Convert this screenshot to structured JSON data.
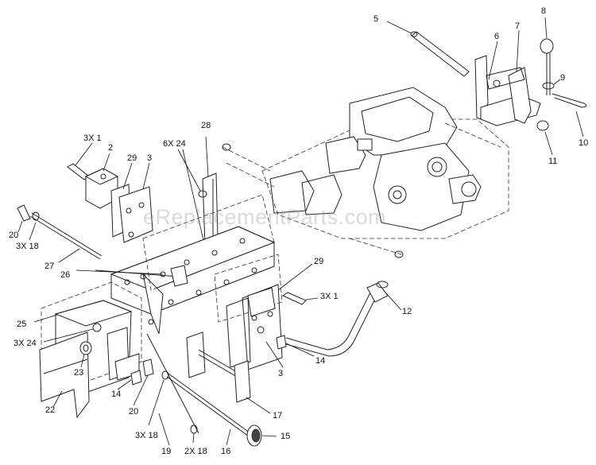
{
  "watermark": "eReplacementParts.com",
  "callouts": [
    {
      "id": "c5",
      "text": "5"
    },
    {
      "id": "c6",
      "text": "6"
    },
    {
      "id": "c7",
      "text": "7"
    },
    {
      "id": "c8",
      "text": "8"
    },
    {
      "id": "c9",
      "text": "9"
    },
    {
      "id": "c10",
      "text": "10"
    },
    {
      "id": "c11",
      "text": "11"
    },
    {
      "id": "c3x1a",
      "text": "3X 1"
    },
    {
      "id": "c2",
      "text": "2"
    },
    {
      "id": "c29a",
      "text": "29"
    },
    {
      "id": "c3a",
      "text": "3"
    },
    {
      "id": "c6x24",
      "text": "6X 24"
    },
    {
      "id": "c28",
      "text": "28"
    },
    {
      "id": "c20a",
      "text": "20"
    },
    {
      "id": "c3x18a",
      "text": "3X 18"
    },
    {
      "id": "c27",
      "text": "27"
    },
    {
      "id": "c26",
      "text": "26"
    },
    {
      "id": "c29b",
      "text": "29"
    },
    {
      "id": "c3x1b",
      "text": "3X 1"
    },
    {
      "id": "c12",
      "text": "12"
    },
    {
      "id": "c25",
      "text": "25"
    },
    {
      "id": "c3x24",
      "text": "3X 24"
    },
    {
      "id": "c14a",
      "text": "14"
    },
    {
      "id": "c3b",
      "text": "3"
    },
    {
      "id": "c23",
      "text": "23"
    },
    {
      "id": "c22",
      "text": "22"
    },
    {
      "id": "c14b",
      "text": "14"
    },
    {
      "id": "c20b",
      "text": "20"
    },
    {
      "id": "c17",
      "text": "17"
    },
    {
      "id": "c3x18b",
      "text": "3X 18"
    },
    {
      "id": "c15",
      "text": "15"
    },
    {
      "id": "c19",
      "text": "19"
    },
    {
      "id": "c2x18",
      "text": "2X 18"
    },
    {
      "id": "c16",
      "text": "16"
    }
  ]
}
